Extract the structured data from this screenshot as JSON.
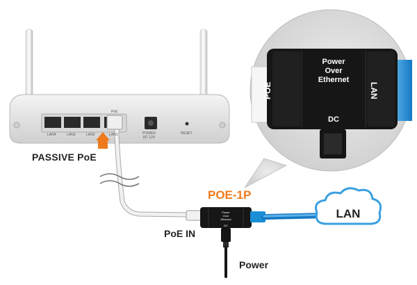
{
  "labels": {
    "passive_poe": "PASSIVE PoE",
    "model": "POE-1P",
    "poe_in": "PoE IN",
    "power": "Power",
    "lan_cloud": "LAN"
  },
  "zoom": {
    "title_lines": [
      "Power",
      "Over",
      "Ethernet"
    ],
    "left_port": "POE",
    "right_port": "LAN",
    "bottom_port": "DC"
  },
  "router": {
    "ports": [
      "LAN4",
      "LAN3",
      "LAN2",
      "LAN1"
    ],
    "poe_marker": "PoE",
    "power_label": "POWER\nDC 12V",
    "reset_label": "RESET"
  },
  "colors": {
    "accent_orange": "#ee7a1c",
    "cable_blue": "#1a8fd6",
    "device_black": "#1a1a1a",
    "zoom_bg": "#dcdcdc",
    "cloud_blue": "#3aa0e0"
  },
  "icons": {
    "arrow": "up-arrow-icon",
    "cloud": "cloud-icon"
  }
}
